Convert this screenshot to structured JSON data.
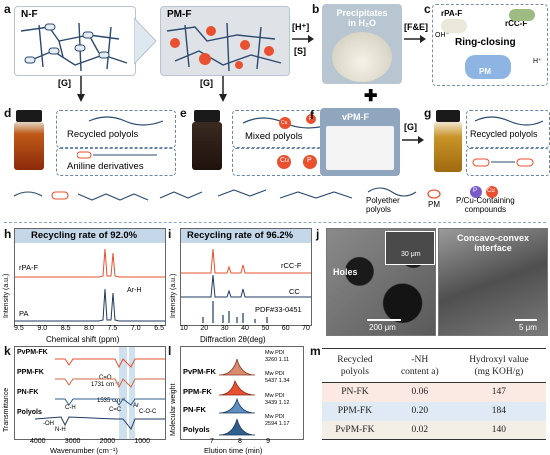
{
  "panels": {
    "a": {
      "label": "a",
      "left_title": "N-F",
      "right_title": "PM-F"
    },
    "b": {
      "label": "b",
      "title": "Precipitates\nin H₂O"
    },
    "c": {
      "label": "c",
      "title": "Ring-closing",
      "items": [
        "rPA-F",
        "rCC-F",
        "PM"
      ],
      "left_ion": "OH⁻",
      "right_ion": "H⁺"
    },
    "arrow_ab": {
      "top": "[H⁺]",
      "bottom": "[S]"
    },
    "arrow_bc": {
      "top": "[F&E]"
    },
    "d": {
      "label": "d",
      "g_label": "[G]",
      "callouts": [
        "Recycled polyols",
        "Aniline derivatives"
      ]
    },
    "e": {
      "label": "e",
      "g_label": "[G]",
      "callouts": [
        "Mixed polyols"
      ],
      "badges": [
        "Cu",
        "P",
        "Cu",
        "P"
      ]
    },
    "f": {
      "label": "f",
      "title": "vPM-F"
    },
    "g": {
      "label": "g",
      "g_label": "[G]",
      "callouts": [
        "Recycled polyols"
      ]
    },
    "plus": "✚",
    "legend": {
      "polyether": "Polyether\npolyols",
      "pm": "PM",
      "pcu": "P/Cu-Containing\ncompounds",
      "p": "P",
      "cu": "Cu"
    }
  },
  "chart_h": {
    "label": "h",
    "banner": "Recycling rate of 92.0%",
    "series": [
      "rPA-F",
      "PA"
    ],
    "peak_label": "Ar-H",
    "xlabel": "Chemical shift (ppm)",
    "ylabel": "Intensity (a.u.)",
    "xticks": [
      "9.5",
      "9.0",
      "8.5",
      "8.0",
      "7.5",
      "7.0",
      "6.5"
    ]
  },
  "chart_i": {
    "label": "i",
    "banner": "Recycling rate of 96.2%",
    "series": [
      "rCC-F",
      "CC",
      "PDF#33-0451"
    ],
    "xlabel": "Diffraction 2θ(deg)",
    "ylabel": "Intensity (a.u.)",
    "xticks": [
      "10",
      "20",
      "30",
      "40",
      "50",
      "60",
      "70"
    ]
  },
  "panel_j": {
    "label": "j",
    "annot_holes": "Holes",
    "annot_inset": "30 μm",
    "scale_left": "200 μm",
    "title_right": "Concavo-convex\ninterface",
    "scale_right": "5 μm"
  },
  "chart_k": {
    "label": "k",
    "series": [
      "PvPM-FK",
      "PPM-FK",
      "PN-FK",
      "Polyols"
    ],
    "annotations": [
      "C=O",
      "1731 cm⁻¹",
      "1535 cm⁻¹",
      "C-H",
      "C=C",
      "Ar",
      "C-O-C",
      "-OH",
      "N-H"
    ],
    "xlabel": "Wavenumber (cm⁻¹)",
    "ylabel": "Transmittance",
    "xticks": [
      "4000",
      "3000",
      "2000",
      "1000"
    ]
  },
  "chart_l": {
    "label": "l",
    "series": [
      {
        "name": "PvPM-FK",
        "mw": "3260",
        "pdi": "1.11"
      },
      {
        "name": "PPM-FK",
        "mw": "5437",
        "pdi": "1.34"
      },
      {
        "name": "PN-FK",
        "mw": "3439",
        "pdi": "1.12"
      },
      {
        "name": "Polyols",
        "mw": "2594",
        "pdi": "1.17"
      }
    ],
    "mw_label": "Mw",
    "pdi_label": "PDI",
    "xlabel": "Elution time (min)",
    "ylabel": "Molecular weight",
    "xticks": [
      "7",
      "8",
      "9"
    ]
  },
  "table_m": {
    "label": "m",
    "headers": [
      "Recycled\npolyols",
      "-NH\ncontent a)",
      "Hydroxyl value\n(mg KOH/g)"
    ],
    "rows": [
      [
        "PN-FK",
        "0.06",
        "147"
      ],
      [
        "PPM-FK",
        "0.20",
        "184"
      ],
      [
        "PvPM-FK",
        "0.02",
        "140"
      ]
    ]
  },
  "colors": {
    "red": "#e8502f",
    "navy": "#1f3a5f",
    "lightblue": "#dce8f4",
    "banner": "#c5d8ea",
    "cyan": "#4ba3c3"
  }
}
